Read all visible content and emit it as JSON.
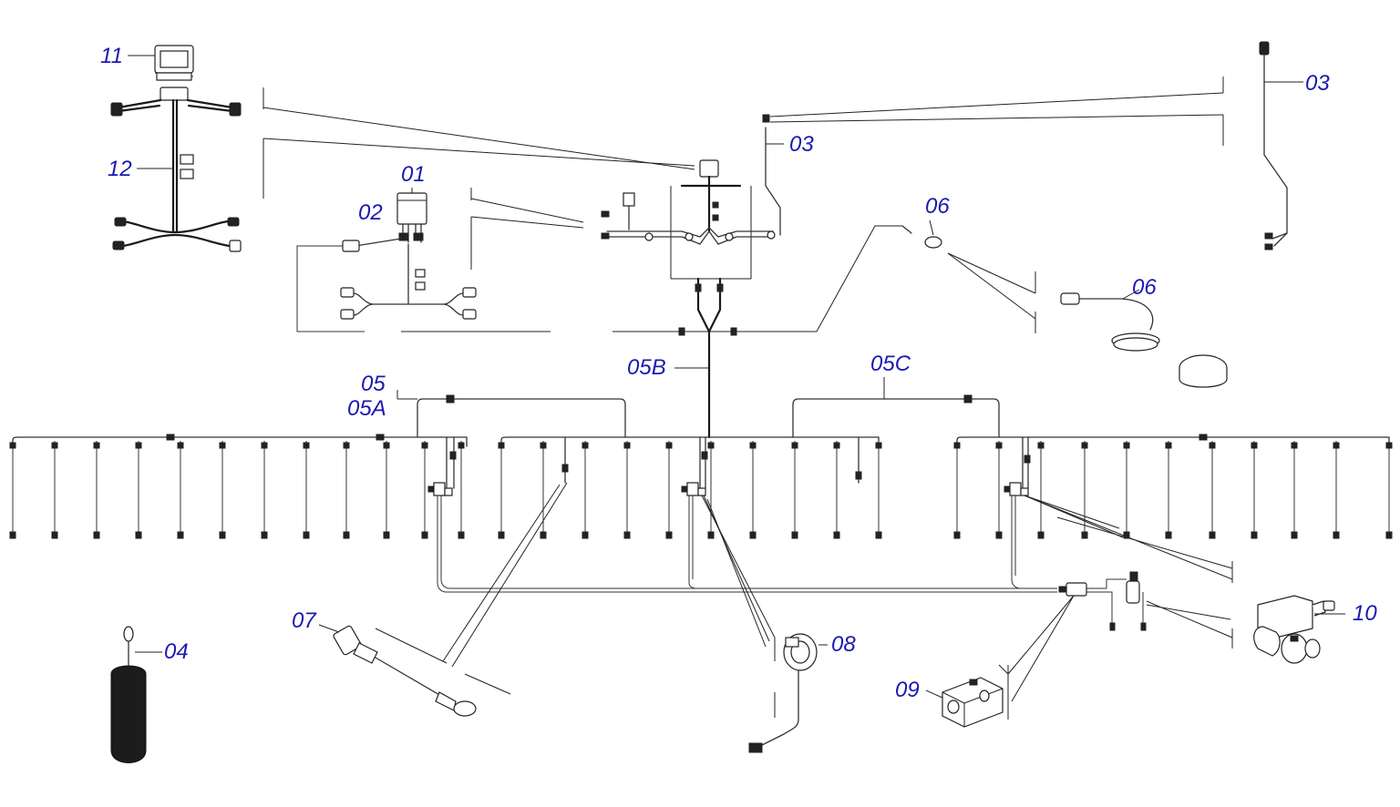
{
  "labels": {
    "l11": "11",
    "l12": "12",
    "l01": "01",
    "l02": "02",
    "l03a": "03",
    "l03b": "03",
    "l06a": "06",
    "l06b": "06",
    "l05": "05",
    "l05a": "05A",
    "l05b": "05B",
    "l05c": "05C",
    "l04": "04",
    "l07": "07",
    "l08": "08",
    "l09": "09",
    "l10": "10"
  },
  "colors": {
    "label": "#1a1ab0",
    "line": "#1a1a1a"
  }
}
